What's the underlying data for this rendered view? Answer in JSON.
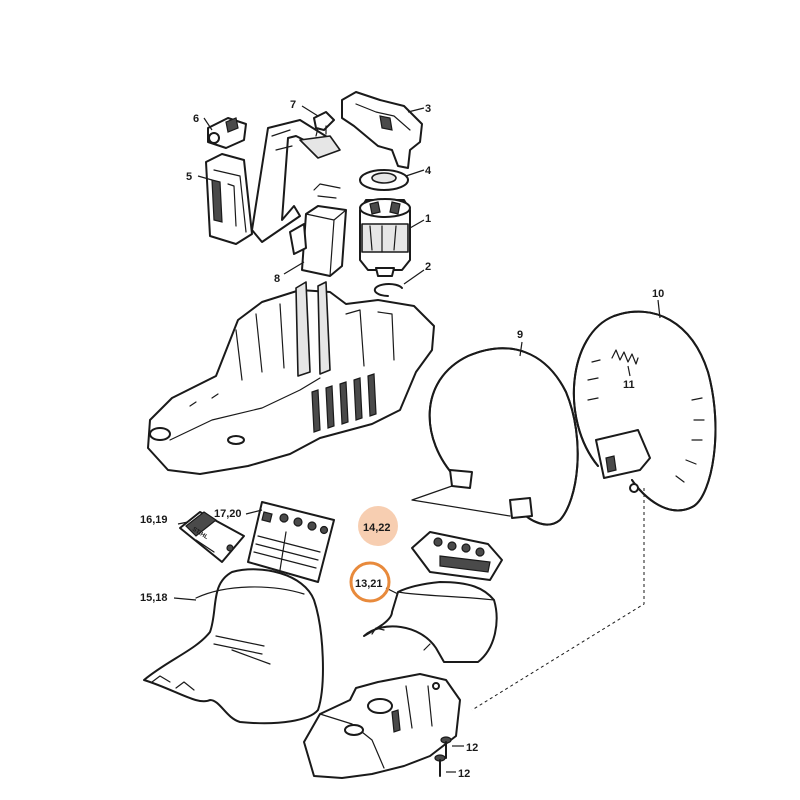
{
  "labels": {
    "p1": "1",
    "p2": "2",
    "p3": "3",
    "p4": "4",
    "p5": "5",
    "p6": "6",
    "p7": "7",
    "p8": "8",
    "p9": "9",
    "p10": "10",
    "p11": "11",
    "p12a": "12",
    "p12b": "12",
    "p13_21": "13,21",
    "p14_22": "14,22",
    "p15_18": "15,18",
    "p16_19": "16,19",
    "p17_20": "17,20"
  },
  "decal_text": {
    "brand": "STIHL"
  },
  "highlight_colors": {
    "filled_marker": "#f6c9a8",
    "ring_marker": "#e88a3c"
  }
}
